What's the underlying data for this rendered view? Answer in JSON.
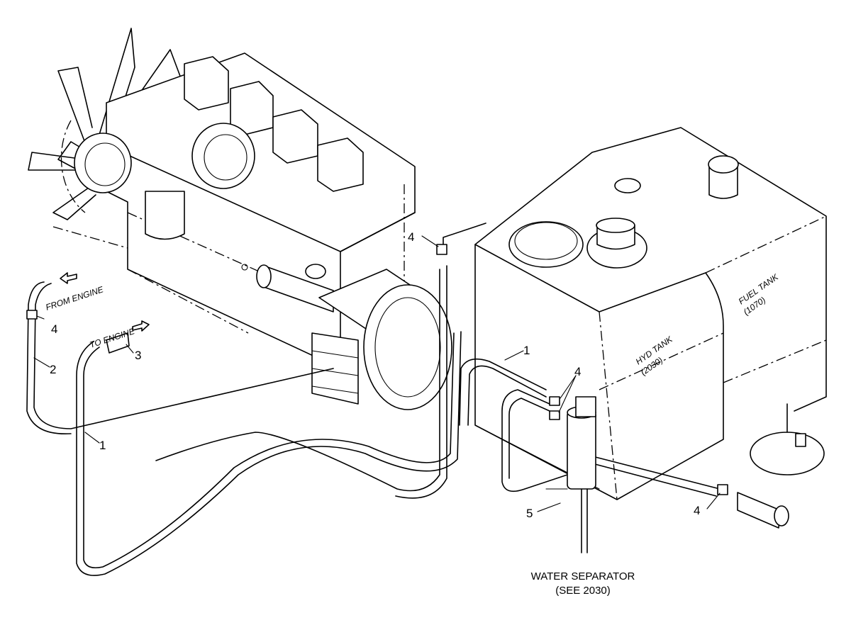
{
  "labels": {
    "from_engine": "FROM ENGINE",
    "to_engine": "TO ENGINE",
    "hyd_tank": "HYD TANK",
    "hyd_tank_ref": "(2030)",
    "fuel_tank": "FUEL TANK",
    "fuel_tank_ref": "(1070)",
    "water_separator": "WATER SEPARATOR",
    "water_separator_ref": "(SEE 2030)"
  },
  "callouts": {
    "c1a": "1",
    "c1b": "1",
    "c2": "2",
    "c3": "3",
    "c4a": "4",
    "c4b": "4",
    "c4c": "4",
    "c4d": "4",
    "c5": "5"
  }
}
